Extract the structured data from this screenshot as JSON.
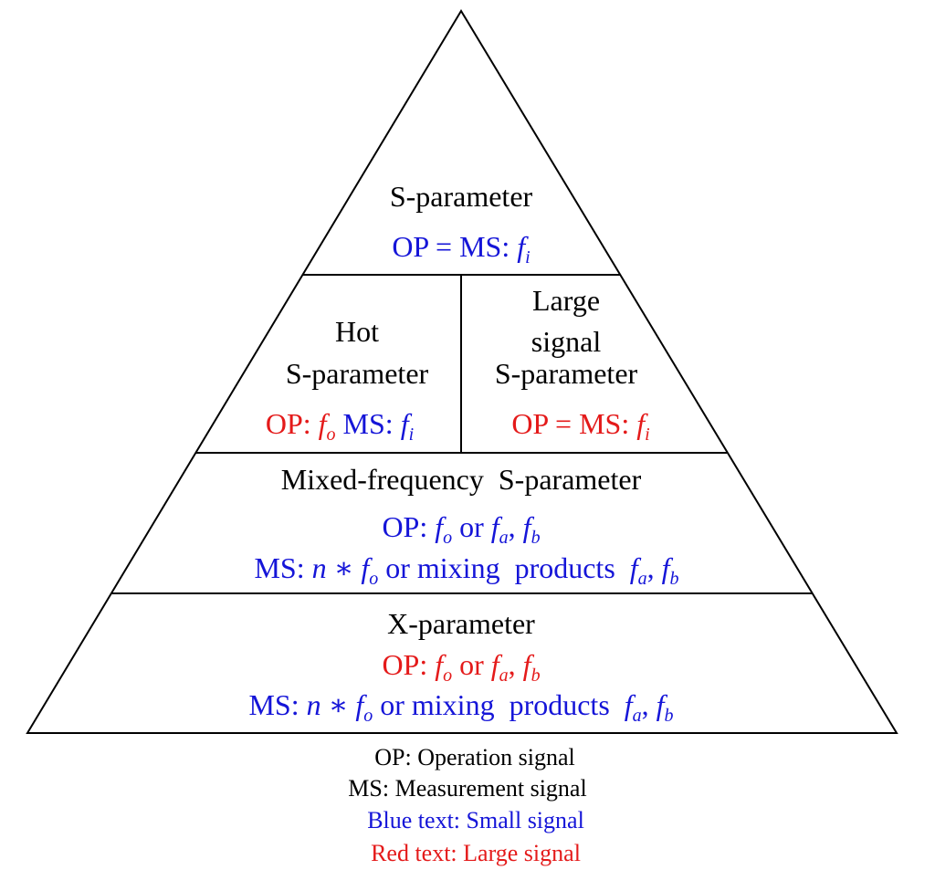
{
  "colors": {
    "small_signal": "#1515d8",
    "large_signal": "#e41a1a",
    "text": "#000000",
    "lines": "#000000"
  },
  "tiers": {
    "s_param": {
      "title": "S-parameter",
      "op_ms": "OP = MS:",
      "freq": "f",
      "sub": "i"
    },
    "hot": {
      "title_line1": "Hot",
      "title_line2": "S-parameter",
      "op": "OP:",
      "op_freq": "f",
      "op_sub": "o",
      "ms": "MS:",
      "ms_freq": "f",
      "ms_sub": "i"
    },
    "large": {
      "title_line1": "Large",
      "title_line2": "signal",
      "title_line3": "S-parameter",
      "op_ms": "OP = MS:",
      "freq": "f",
      "sub": "i"
    },
    "mixed": {
      "title": "Mixed-frequency  S-parameter",
      "op": "OP:",
      "ms": "MS:",
      "mult": "n ∗ f",
      "or": "or",
      "mixing": "or mixing  products",
      "f": "f",
      "sub_o": "o",
      "sub_a": "a",
      "sub_b": "b",
      "comma": ","
    },
    "x_param": {
      "title": "X-parameter",
      "op": "OP:",
      "ms": "MS:",
      "mult": "n ∗ f",
      "or": "or",
      "mixing": "or mixing  products",
      "f": "f",
      "sub_o": "o",
      "sub_a": "a",
      "sub_b": "b",
      "comma": ","
    }
  },
  "legend": {
    "op": "OP: Operation signal",
    "ms": "MS: Measurement signal",
    "blue": "Blue text: Small signal",
    "red": "Red text: Large signal"
  }
}
